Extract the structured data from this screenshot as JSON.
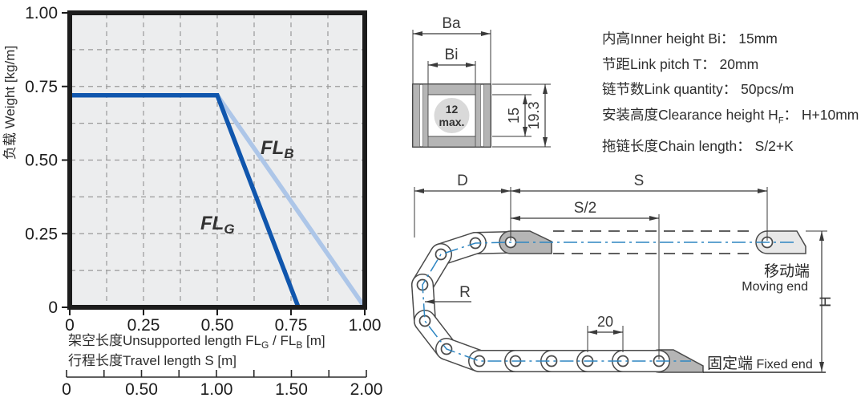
{
  "colors": {
    "curve_flg": "#1056ad",
    "curve_flb": "#adc6e8",
    "centerline_blue": "#2f86c2",
    "bracket_dark": "#b5b5b5",
    "bracket_light": "#e8e8e8",
    "cross_section_gray": "#b5b5b5",
    "circle_gray": "#d9d9d9",
    "plot_background": "#ecedee"
  },
  "chart": {
    "ylabel": "负载 Weight [kg/m]",
    "xlabel1": {
      "pre": "架空长度Unsupported length FL",
      "sub1": "G",
      "mid": " / FL",
      "sub2": "B",
      "post": " [m]"
    },
    "xlabel2": "行程长度Travel length S [m]",
    "y_ticks": [
      {
        "v": 1,
        "label": "1.00"
      },
      {
        "v": 0.75,
        "label": "0.75"
      },
      {
        "v": 0.5,
        "label": "0.50"
      },
      {
        "v": 0.25,
        "label": "0.25"
      },
      {
        "v": 0,
        "label": "0"
      }
    ],
    "x_ticks": [
      {
        "v": 0,
        "label": "0"
      },
      {
        "v": 0.25,
        "label": "0.25"
      },
      {
        "v": 0.5,
        "label": "0.50"
      },
      {
        "v": 0.75,
        "label": "0.75"
      },
      {
        "v": 1,
        "label": "1.00"
      }
    ],
    "s_ticks": [
      {
        "v": 0,
        "label": "0"
      },
      {
        "v": 0.5,
        "label": "0.50"
      },
      {
        "v": 1,
        "label": "1.00"
      },
      {
        "v": 1.5,
        "label": "1.50"
      },
      {
        "v": 2,
        "label": "2.00"
      }
    ],
    "flg_label": {
      "main": "FL",
      "sub": "G"
    },
    "flb_label": {
      "main": "FL",
      "sub": "B"
    }
  },
  "chart_data": {
    "type": "line",
    "title": "",
    "ylabel": "负载 Weight [kg/m]",
    "xlabel": "架空长度Unsupported length FLG / FLB [m]",
    "xlabel2": "行程长度Travel length S [m]",
    "xlim": [
      0,
      1
    ],
    "ylim": [
      0,
      1
    ],
    "x2lim": [
      0,
      2
    ],
    "grid": "dashed, 0.125 steps both axes",
    "legend_position": "labels on curves",
    "series": [
      {
        "name": "FL_G",
        "color": "#1056ad",
        "points": [
          [
            0,
            0.72
          ],
          [
            0.5,
            0.72
          ],
          [
            0.775,
            0
          ]
        ]
      },
      {
        "name": "FL_B",
        "color": "#adc6e8",
        "points": [
          [
            0,
            0.72
          ],
          [
            0.5,
            0.72
          ],
          [
            1.0,
            0
          ]
        ]
      }
    ]
  },
  "cross_section": {
    "outer_width_label": "Ba",
    "inner_width_label": "Bi",
    "circle_line1": "12",
    "circle_line2": "max.",
    "inner_height": "15",
    "outer_height": "19.3"
  },
  "specs": {
    "rows": [
      {
        "zh": "内高",
        "en": "Inner height Bi",
        "sub": "",
        "value": "15mm"
      },
      {
        "zh": "节距",
        "en": "Link pitch T",
        "sub": "",
        "value": "20mm"
      },
      {
        "zh": "链节数",
        "en": "Link quantity",
        "sub": "",
        "value": "50pcs/m"
      },
      {
        "zh": "安装高度",
        "en": "Clearance height H",
        "sub": "F",
        "value": "H+10mm"
      },
      {
        "zh": "拖链长度",
        "en": "Chain length",
        "sub": "",
        "value": "S/2+K"
      }
    ]
  },
  "chain": {
    "d_label": "D",
    "s_label": "S",
    "s_half_label": "S/2",
    "pitch_label": "20",
    "radius_label": "R",
    "height_label": "H",
    "moving_zh": "移动端",
    "moving_en": "Moving end",
    "fixed_zh": "固定端",
    "fixed_en": " Fixed end"
  }
}
